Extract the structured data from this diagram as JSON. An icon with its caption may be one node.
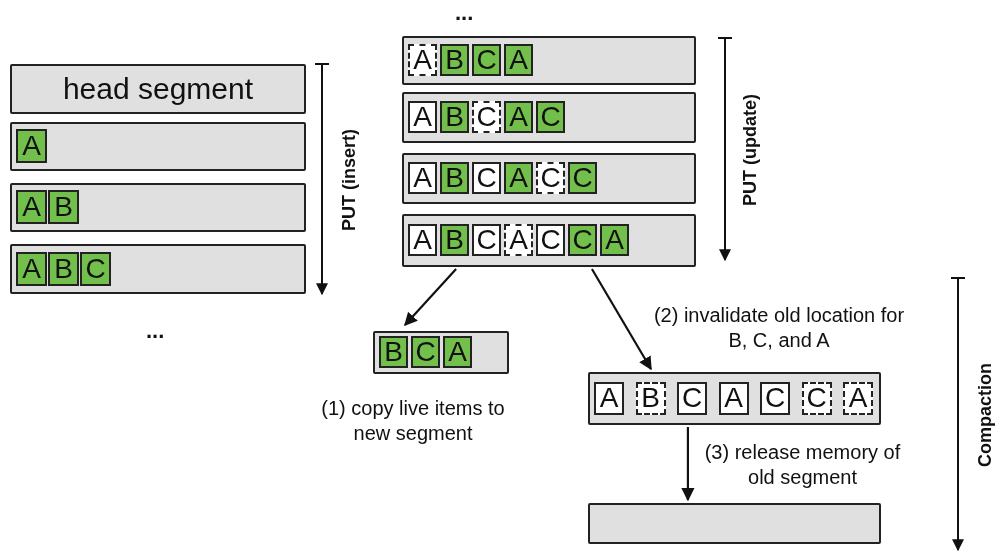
{
  "diagram": {
    "nodes": [
      {
        "text": [
          "head segment"
        ]
      },
      {
        "text": [],
        "shape": "box"
      },
      {
        "text": [
          "A"
        ],
        "in": 1
      },
      {
        "text": [],
        "shape": "box"
      },
      {
        "text": [
          "A"
        ],
        "in": 3
      },
      {
        "text": [
          "B"
        ],
        "in": 3
      },
      {
        "text": [],
        "shape": "box"
      },
      {
        "text": [
          "A"
        ],
        "in": 6
      },
      {
        "text": [
          "B"
        ],
        "in": 6
      },
      {
        "text": [
          "C"
        ],
        "in": 6
      },
      {
        "text": [],
        "shape": "box"
      },
      {
        "text": [
          "A"
        ],
        "in": 10
      },
      {
        "text": [
          "B"
        ],
        "in": 10
      },
      {
        "text": [
          "C"
        ],
        "in": 10
      },
      {
        "text": [
          "A"
        ],
        "in": 10
      },
      {
        "text": [],
        "shape": "box"
      },
      {
        "text": [
          "A"
        ],
        "in": 15
      },
      {
        "text": [
          "B"
        ],
        "in": 15
      },
      {
        "text": [
          "C"
        ],
        "in": 15
      },
      {
        "text": [
          "A"
        ],
        "in": 15
      },
      {
        "text": [
          "C"
        ],
        "in": 15
      },
      {
        "text": [],
        "shape": "box"
      },
      {
        "text": [
          "A"
        ],
        "in": 21
      },
      {
        "text": [
          "B"
        ],
        "in": 21
      },
      {
        "text": [
          "C"
        ],
        "in": 21
      },
      {
        "text": [
          "A"
        ],
        "in": 21
      },
      {
        "text": [
          "C"
        ],
        "in": 21
      },
      {
        "text": [
          "C"
        ],
        "in": 21
      },
      {
        "text": [],
        "shape": "box"
      },
      {
        "text": [
          "A"
        ],
        "in": 28
      },
      {
        "text": [
          "B"
        ],
        "in": 28
      },
      {
        "text": [
          "C"
        ],
        "in": 28
      },
      {
        "text": [
          "A"
        ],
        "in": 28
      },
      {
        "text": [
          "C"
        ],
        "in": 28
      },
      {
        "text": [
          "C"
        ],
        "in": 28
      },
      {
        "text": [
          "A"
        ],
        "in": 28
      },
      {
        "text": [],
        "shape": "box",
        "beside": [
          "(1) copy live items to new segment"
        ]
      },
      {
        "text": [
          "B"
        ],
        "in": 36
      },
      {
        "text": [
          "C"
        ],
        "in": 36
      },
      {
        "text": [
          "A"
        ],
        "in": 36
      },
      {
        "text": [],
        "shape": "box"
      },
      {
        "text": [
          "A"
        ],
        "in": 40
      },
      {
        "text": [
          "B"
        ],
        "in": 40
      },
      {
        "text": [
          "C"
        ],
        "in": 40
      },
      {
        "text": [
          "A"
        ],
        "in": 40
      },
      {
        "text": [
          "C"
        ],
        "in": 40
      },
      {
        "text": [
          "C"
        ],
        "in": 40
      },
      {
        "text": [
          "A"
        ],
        "in": 40
      },
      {
        "text": [],
        "shape": "box"
      }
    ],
    "edges": [
      {
        "from": 28,
        "to": 36,
        "arrow": "to"
      },
      {
        "from": 28,
        "to": 40,
        "arrow": "to",
        "label": "(2) invalidate old location for B, C, and A"
      },
      {
        "from": 40,
        "to": 48,
        "arrow": "to",
        "label": "(3) release memory of old segment"
      }
    ],
    "labels": [
      "...",
      "PUT (insert)",
      "PUT (update)",
      "...",
      "Compaction"
    ]
  }
}
